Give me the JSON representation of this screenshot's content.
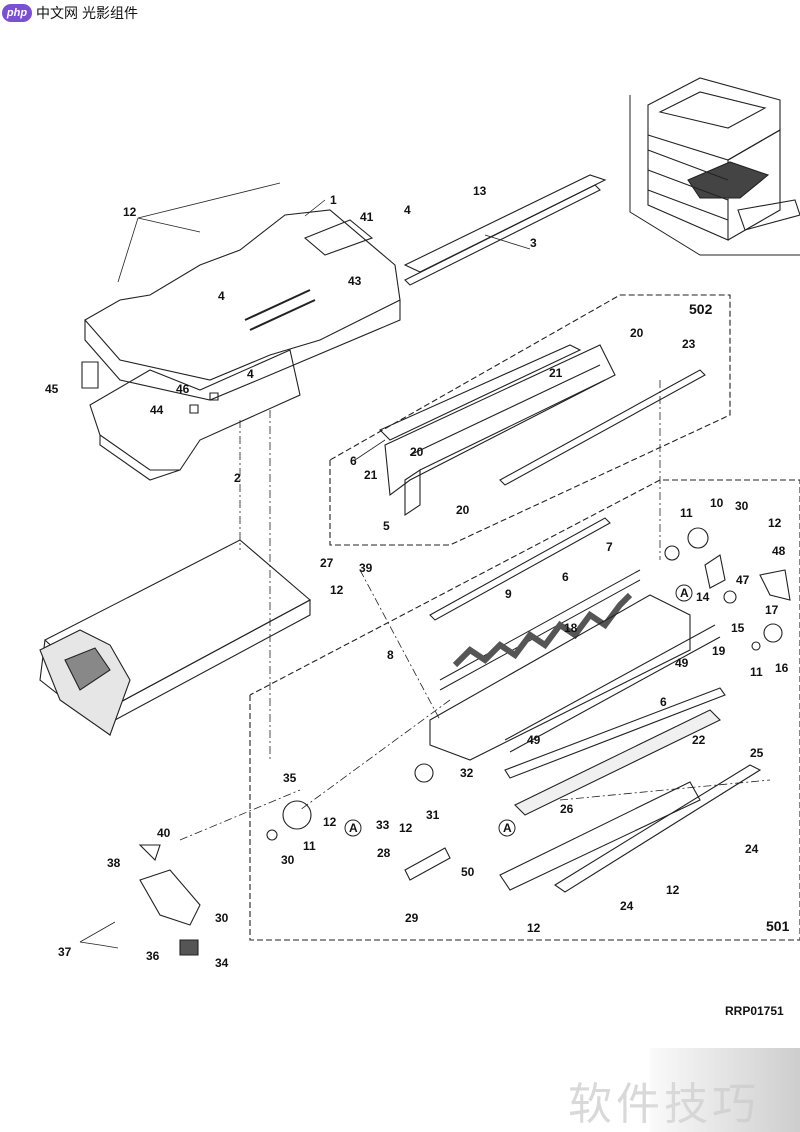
{
  "header": {
    "logo_text": "php",
    "title": "中文网"
  },
  "overlay_title": "光影组件",
  "assembly_labels": {
    "a502": "502",
    "a501": "501"
  },
  "document_number": "RRP01751",
  "watermark": "软件技巧",
  "callouts": {
    "c1": "1",
    "c2": "2",
    "c3": "3",
    "c4a": "4",
    "c4b": "4",
    "c4c": "4",
    "c5": "5",
    "c6a": "6",
    "c6b": "6",
    "c6c": "6",
    "c7": "7",
    "c8": "8",
    "c9": "9",
    "c10": "10",
    "c11a": "11",
    "c11b": "11",
    "c11c": "11",
    "c12a": "12",
    "c12b": "12",
    "c12c": "12",
    "c12d": "12",
    "c12e": "12",
    "c12f": "12",
    "c12g": "12",
    "c13": "13",
    "c14": "14",
    "c15": "15",
    "c16": "16",
    "c17": "17",
    "c18": "18",
    "c19": "19",
    "c20a": "20",
    "c20b": "20",
    "c20c": "20",
    "c21a": "21",
    "c21b": "21",
    "c22": "22",
    "c23": "23",
    "c24a": "24",
    "c24b": "24",
    "c25": "25",
    "c26": "26",
    "c27": "27",
    "c28": "28",
    "c29": "29",
    "c30a": "30",
    "c30b": "30",
    "c30c": "30",
    "c31": "31",
    "c32": "32",
    "c33": "33",
    "c34": "34",
    "c35": "35",
    "c36": "36",
    "c37": "37",
    "c38": "38",
    "c39": "39",
    "c40": "40",
    "c41": "41",
    "c43": "43",
    "c44": "44",
    "c45": "45",
    "c46": "46",
    "c47": "47",
    "c48": "48",
    "c49a": "49",
    "c49b": "49",
    "c50": "50",
    "cAa": "A",
    "cAb": "A",
    "cAc": "A"
  }
}
